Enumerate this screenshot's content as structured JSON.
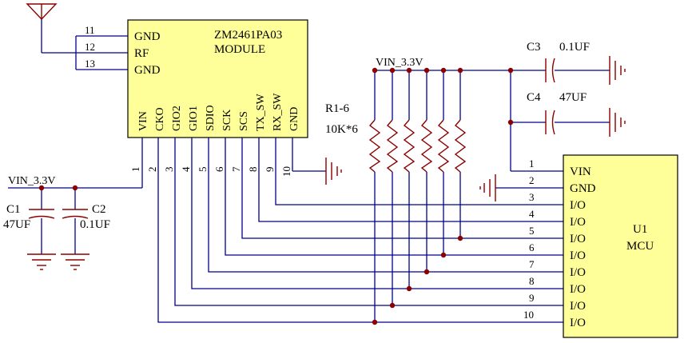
{
  "colors": {
    "wire": "#00008b",
    "component": "#8b0000",
    "box_fill": "#ffff99",
    "text": "#000000"
  },
  "module": {
    "name_line1": "ZM2461PA03",
    "name_line2": "MODULE",
    "antenna_pins": [
      {
        "num": "11",
        "label": "GND"
      },
      {
        "num": "12",
        "label": "RF"
      },
      {
        "num": "13",
        "label": "GND"
      }
    ],
    "bottom_pins": [
      {
        "num": "1",
        "label": "VIN"
      },
      {
        "num": "2",
        "label": "CKO"
      },
      {
        "num": "3",
        "label": "GIO2"
      },
      {
        "num": "4",
        "label": "GIO1"
      },
      {
        "num": "5",
        "label": "SDIO"
      },
      {
        "num": "6",
        "label": "SCK"
      },
      {
        "num": "7",
        "label": "SCS"
      },
      {
        "num": "8",
        "label": "TX_SW"
      },
      {
        "num": "9",
        "label": "RX_SW"
      },
      {
        "num": "10",
        "label": "GND"
      }
    ]
  },
  "mcu": {
    "ref": "U1",
    "name": "MCU",
    "pins": [
      {
        "num": "1",
        "label": "VIN"
      },
      {
        "num": "2",
        "label": "GND"
      },
      {
        "num": "3",
        "label": "I/O"
      },
      {
        "num": "4",
        "label": "I/O"
      },
      {
        "num": "5",
        "label": "I/O"
      },
      {
        "num": "6",
        "label": "I/O"
      },
      {
        "num": "7",
        "label": "I/O"
      },
      {
        "num": "8",
        "label": "I/O"
      },
      {
        "num": "9",
        "label": "I/O"
      },
      {
        "num": "10",
        "label": "I/O"
      }
    ]
  },
  "resistors": {
    "ref": "R1-6",
    "value": "10K*6"
  },
  "vin_right": "VIN_3.3V",
  "vin_left": "VIN_3.3V",
  "capacitors": {
    "c1": {
      "ref": "C1",
      "value": "47UF"
    },
    "c2": {
      "ref": "C2",
      "value": "0.1UF"
    },
    "c3": {
      "ref": "C3",
      "value": "0.1UF"
    },
    "c4": {
      "ref": "C4",
      "value": "47UF"
    }
  }
}
